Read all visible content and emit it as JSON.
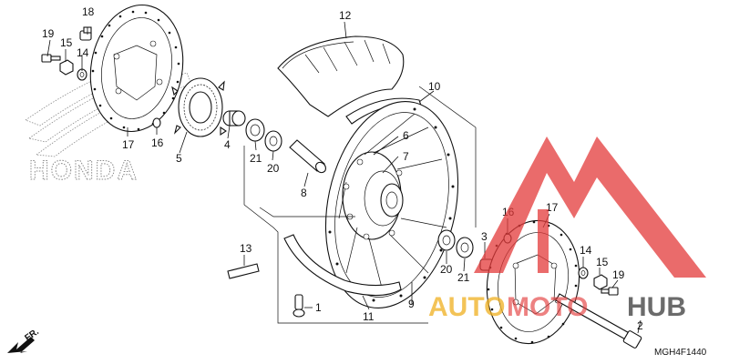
{
  "diagram": {
    "brand_mark": "HONDA",
    "watermark": {
      "part1": "AUTO",
      "part2": "MOTO",
      "part3": "HUB"
    },
    "drawing_code": "MGH4F1440",
    "direction_label": "FR.",
    "colors": {
      "line": "#111111",
      "watermark_red": "#e33a3a",
      "watermark_gold": "#f0b020",
      "watermark_dark": "#3a3a3a",
      "honda_grey": "#8a8a8a"
    },
    "callouts": {
      "c1": "1",
      "c2": "2",
      "c3": "3",
      "c4": "4",
      "c5": "5",
      "c6": "6",
      "c7": "7",
      "c8": "8",
      "c9": "9",
      "c10": "10",
      "c11": "11",
      "c12": "12",
      "c13": "13",
      "c14a": "14",
      "c14b": "14",
      "c15a": "15",
      "c15b": "15",
      "c16a": "16",
      "c16b": "16",
      "c17a": "17",
      "c17b": "17",
      "c18": "18",
      "c19a": "19",
      "c19b": "19",
      "c20a": "20",
      "c20b": "20",
      "c21a": "21",
      "c21b": "21"
    }
  }
}
